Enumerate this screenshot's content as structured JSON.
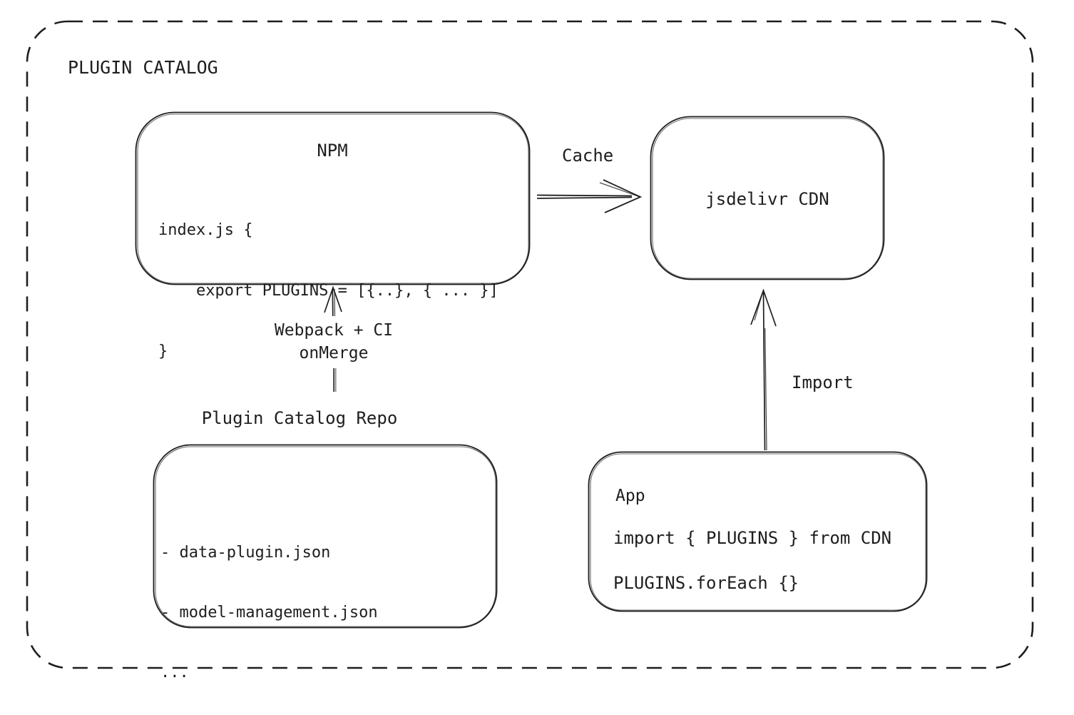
{
  "colors": {
    "stroke": "#1e1e1e",
    "background": "#ffffff"
  },
  "diagram": {
    "title": "PLUGIN CATALOG",
    "nodes": {
      "npm": {
        "title": "NPM",
        "code": [
          "index.js {",
          "    export PLUGINS = [{..}, { ... }]",
          "}"
        ]
      },
      "cdn": {
        "label": "jsdelivr CDN"
      },
      "repo": {
        "title": "Plugin Catalog Repo",
        "items": [
          "- data-plugin.json",
          "- model-management.json",
          "..."
        ]
      },
      "app": {
        "title": "App",
        "code": [
          "import { PLUGINS } from CDN",
          "PLUGINS.forEach {}"
        ]
      }
    },
    "edges": {
      "cache": {
        "label": "Cache",
        "from": "NPM",
        "to": "jsdelivr CDN"
      },
      "build": {
        "label": [
          "Webpack + CI",
          "onMerge"
        ],
        "from": "Plugin Catalog Repo",
        "to": "NPM"
      },
      "import": {
        "label": "Import",
        "from": "App",
        "to": "jsdelivr CDN"
      }
    }
  }
}
